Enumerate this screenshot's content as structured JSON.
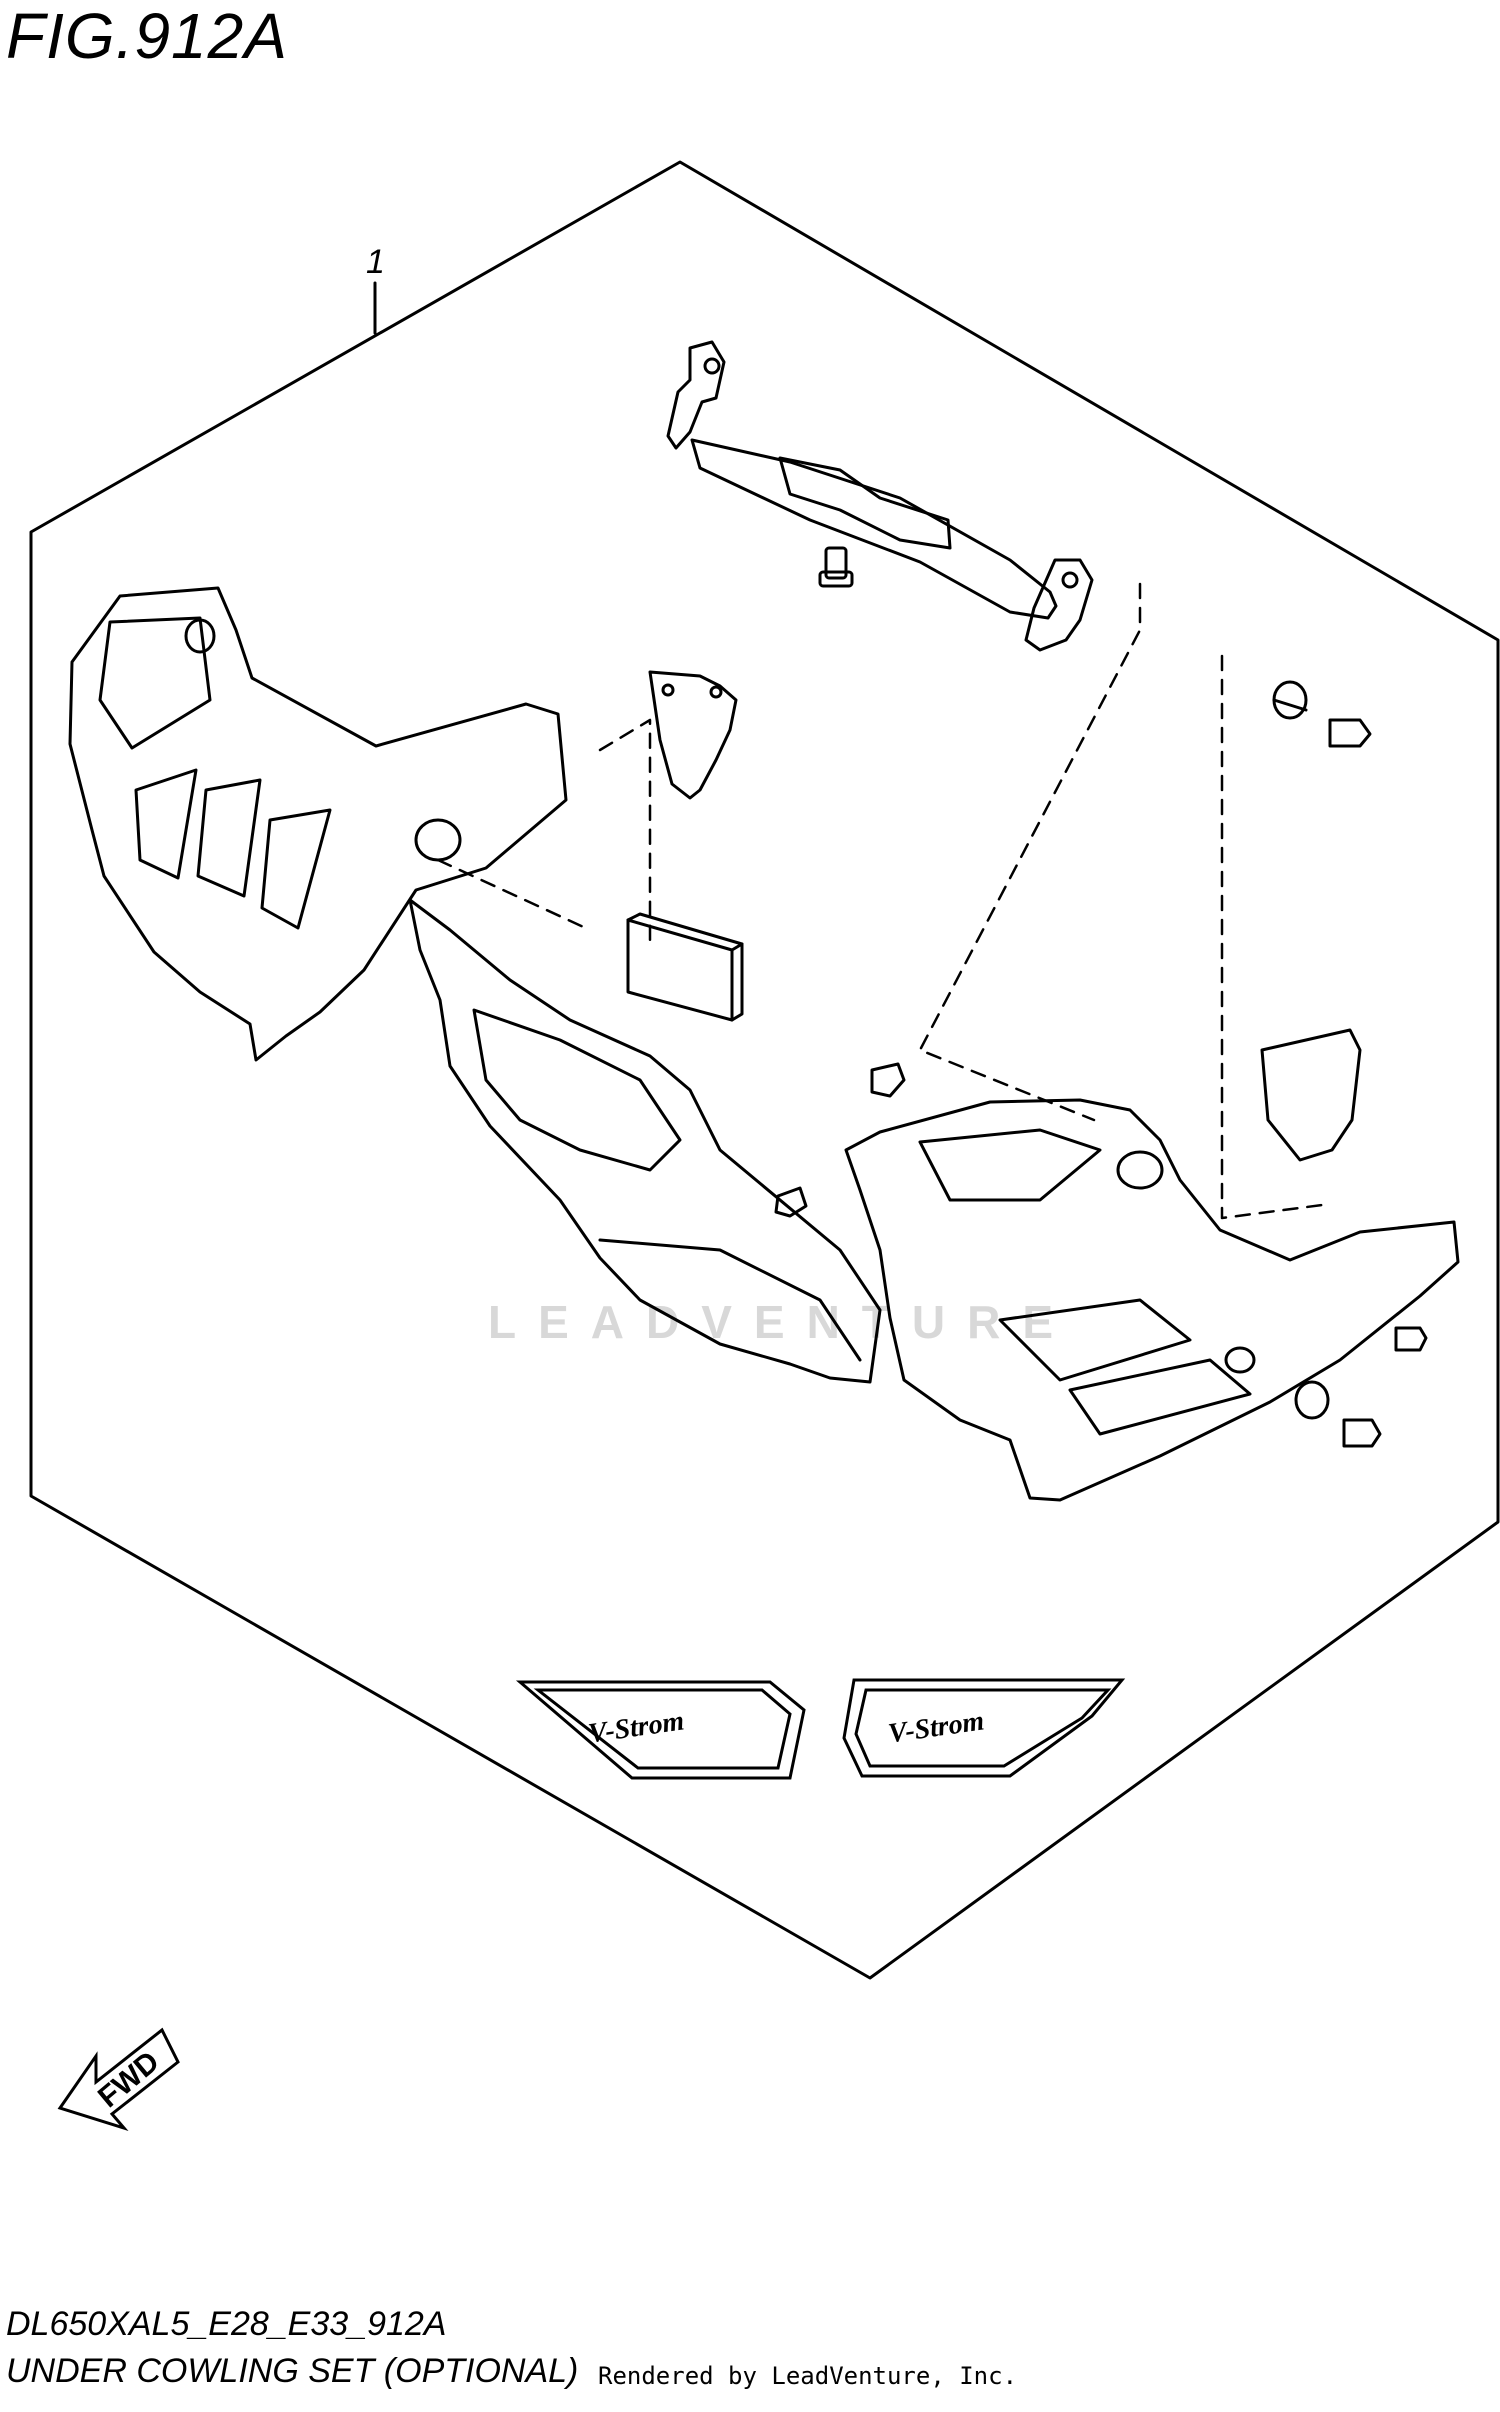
{
  "figure": {
    "title": "FIG.912A",
    "part_callout": "1",
    "forward_label": "FWD",
    "emblem_text": "V-Strom",
    "watermark_text": "LEADVENTURE"
  },
  "footer": {
    "model_code": "DL650XAL5_E28_E33_912A",
    "caption": "UNDER COWLING SET (OPTIONAL)",
    "rendered_by": "Rendered by LeadVenture, Inc."
  },
  "colors": {
    "line": "#000000",
    "background": "#ffffff",
    "watermark": "#d8d8d8"
  }
}
